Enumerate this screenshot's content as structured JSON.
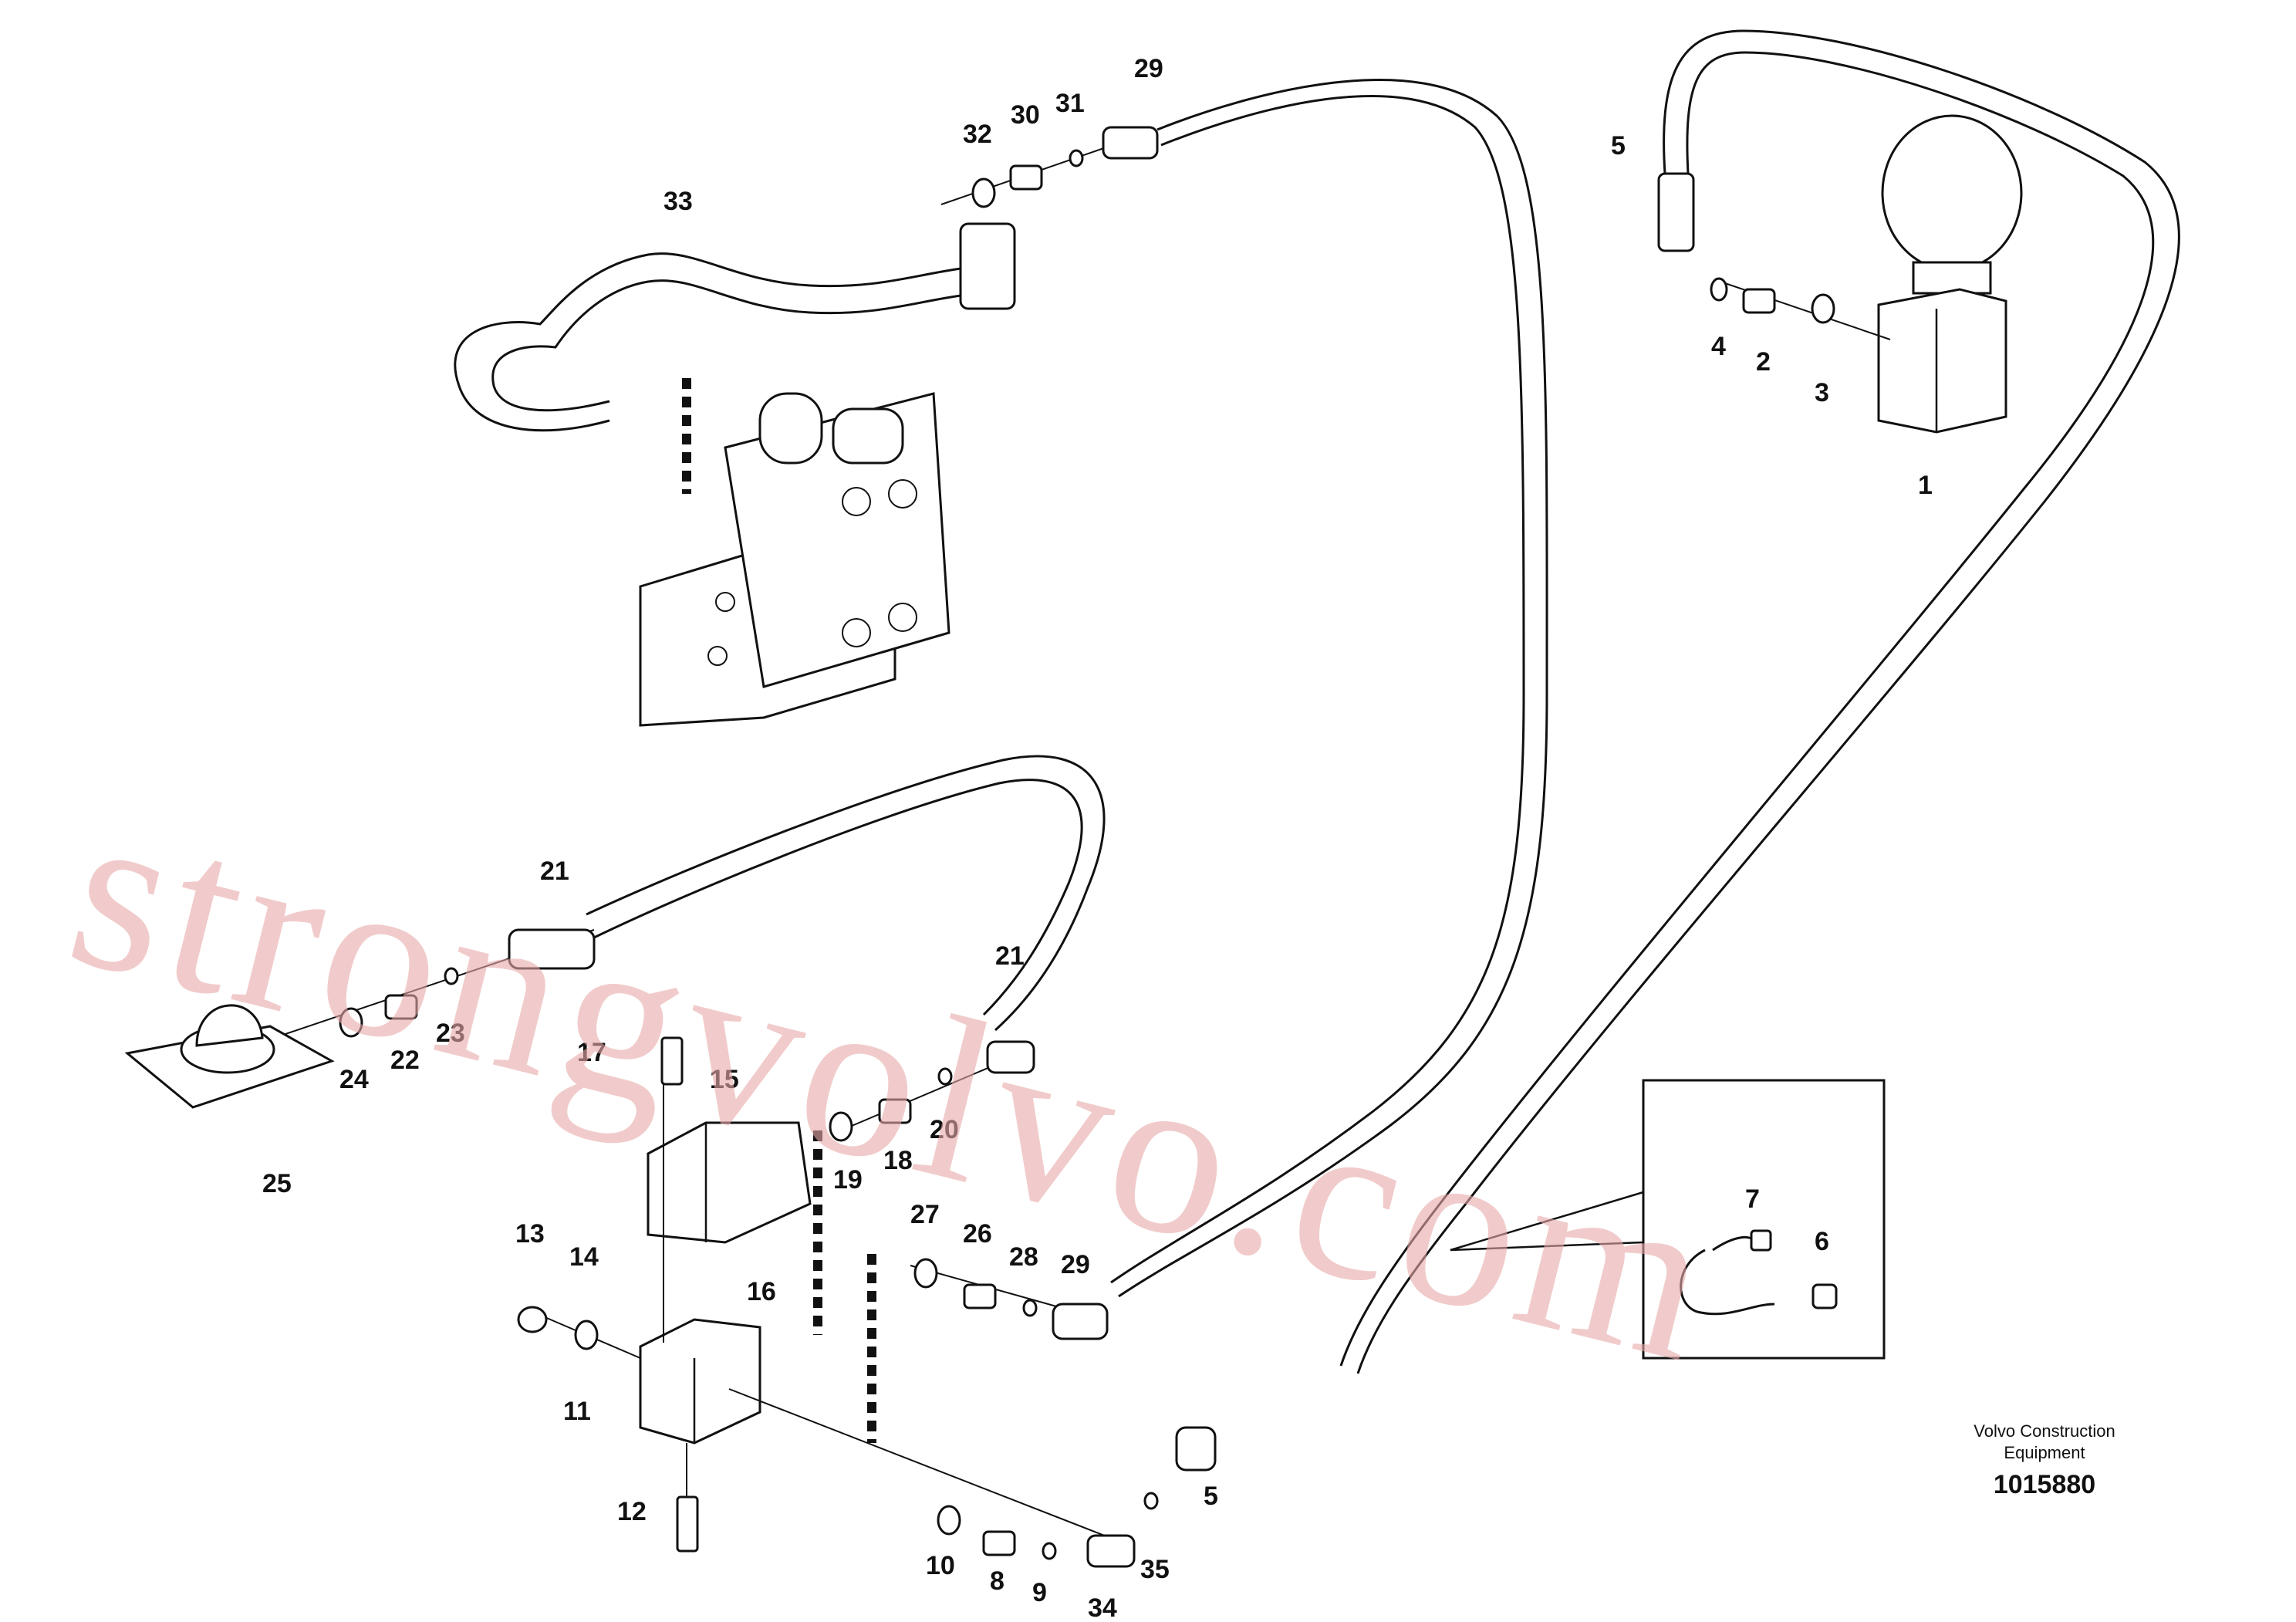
{
  "diagram": {
    "watermark": "strongvolvo.com",
    "caption": {
      "line1": "Volvo Construction",
      "line2": "Equipment",
      "number": "1015880"
    },
    "labels": [
      {
        "id": "1",
        "text": "1"
      },
      {
        "id": "2",
        "text": "2"
      },
      {
        "id": "3",
        "text": "3"
      },
      {
        "id": "4",
        "text": "4"
      },
      {
        "id": "5a",
        "text": "5"
      },
      {
        "id": "5b",
        "text": "5"
      },
      {
        "id": "6",
        "text": "6"
      },
      {
        "id": "7",
        "text": "7"
      },
      {
        "id": "8",
        "text": "8"
      },
      {
        "id": "9",
        "text": "9"
      },
      {
        "id": "10",
        "text": "10"
      },
      {
        "id": "11",
        "text": "11"
      },
      {
        "id": "12",
        "text": "12"
      },
      {
        "id": "13",
        "text": "13"
      },
      {
        "id": "14",
        "text": "14"
      },
      {
        "id": "15",
        "text": "15"
      },
      {
        "id": "16",
        "text": "16"
      },
      {
        "id": "17",
        "text": "17"
      },
      {
        "id": "18",
        "text": "18"
      },
      {
        "id": "19",
        "text": "19"
      },
      {
        "id": "20",
        "text": "20"
      },
      {
        "id": "21a",
        "text": "21"
      },
      {
        "id": "21b",
        "text": "21"
      },
      {
        "id": "22",
        "text": "22"
      },
      {
        "id": "23",
        "text": "23"
      },
      {
        "id": "24",
        "text": "24"
      },
      {
        "id": "25",
        "text": "25"
      },
      {
        "id": "26",
        "text": "26"
      },
      {
        "id": "27",
        "text": "27"
      },
      {
        "id": "28",
        "text": "28"
      },
      {
        "id": "29a",
        "text": "29"
      },
      {
        "id": "29b",
        "text": "29"
      },
      {
        "id": "30",
        "text": "30"
      },
      {
        "id": "31",
        "text": "31"
      },
      {
        "id": "32",
        "text": "32"
      },
      {
        "id": "33",
        "text": "33"
      },
      {
        "id": "34",
        "text": "34"
      },
      {
        "id": "35",
        "text": "35"
      }
    ]
  }
}
